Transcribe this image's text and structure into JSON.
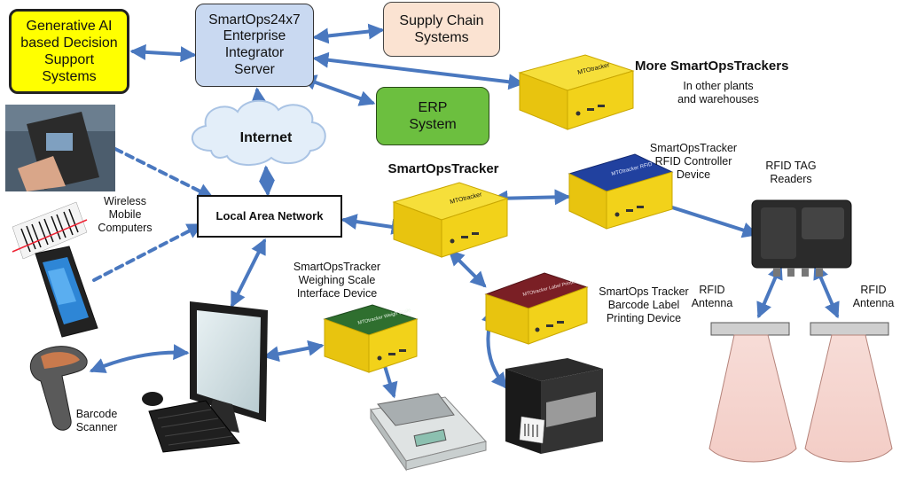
{
  "nodes": {
    "gen_ai": "Generative AI\nbased Decision\nSupport\nSystems",
    "integrator": "SmartOps24x7\nEnterprise\nIntegrator\nServer",
    "supply_chain": "Supply Chain\nSystems",
    "erp": "ERP\nSystem",
    "internet": "Internet",
    "lan": "Local Area Network"
  },
  "labels": {
    "more_trackers_title": "More SmartOpsTrackers",
    "more_trackers_sub": "In other plants\nand warehouses",
    "smartops_tracker": "SmartOpsTracker",
    "rfid_controller": "SmartOpsTracker\nRFID Controller\nDevice",
    "rfid_tag_readers": "RFID TAG\nReaders",
    "wireless_mobile": "Wireless\nMobile\nComputers",
    "weighing_scale": "SmartOpsTracker\nWeighing Scale\nInterface Device",
    "barcode_printing": "SmartOps Tracker\nBarcode Label\nPrinting Device",
    "rfid_antenna_left": "RFID\nAntenna",
    "rfid_antenna_right": "RFID\nAntenna",
    "barcode_scanner": "Barcode\nScanner"
  },
  "device_labels": {
    "tracker": "MTOtracker",
    "rfid": "MTOtracker RFID",
    "weigh": "MTOtracker Weigh Scale",
    "label": "MTOtracker Label Printer"
  },
  "colors": {
    "arrow": "#4a78bf",
    "gen_ai_fill": "#ffff00",
    "integrator_fill": "#c9d9f1",
    "supply_fill": "#fbe3d2",
    "erp_fill": "#6cbf3f",
    "device_yellow": "#f2d21a",
    "device_blue_top": "#1f3f9f",
    "device_green_top": "#2f6f2f",
    "device_red_top": "#7a1f25"
  }
}
